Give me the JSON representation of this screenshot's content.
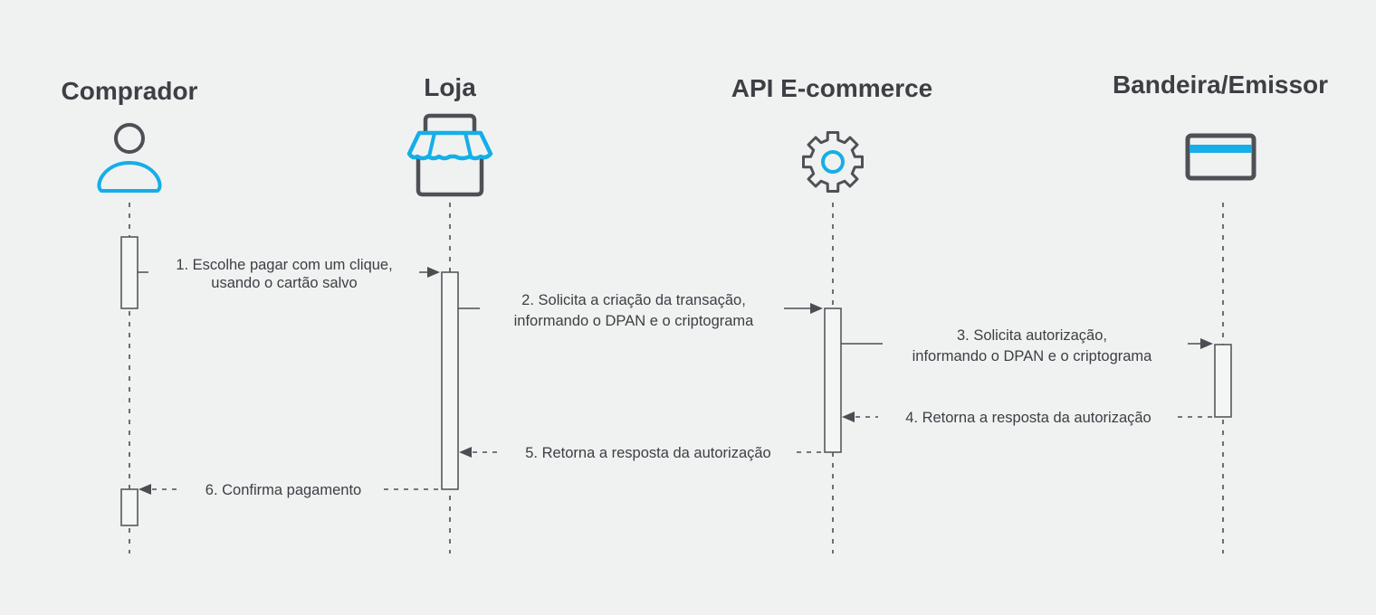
{
  "actors": [
    {
      "id": "comprador",
      "name": "Comprador",
      "icon": "user-icon"
    },
    {
      "id": "loja",
      "name": "Loja",
      "icon": "store-icon"
    },
    {
      "id": "api",
      "name": "API E-commerce",
      "icon": "gear-icon"
    },
    {
      "id": "bandeira",
      "name": "Bandeira/Emissor",
      "icon": "credit-card-icon"
    }
  ],
  "messages": [
    {
      "from": "comprador",
      "to": "loja",
      "style": "solid",
      "lines": [
        "1. Escolhe pagar com um clique,",
        "usando o cartão salvo"
      ]
    },
    {
      "from": "loja",
      "to": "api",
      "style": "solid",
      "lines": [
        "2. Solicita a criação da transação,",
        "informando o DPAN e o criptograma"
      ]
    },
    {
      "from": "api",
      "to": "bandeira",
      "style": "solid",
      "lines": [
        "3. Solicita autorização,",
        "informando o DPAN e o criptograma"
      ]
    },
    {
      "from": "bandeira",
      "to": "api",
      "style": "dashed",
      "lines": [
        "4. Retorna a resposta da autorização"
      ]
    },
    {
      "from": "api",
      "to": "loja",
      "style": "dashed",
      "lines": [
        "5. Retorna a resposta da autorização"
      ]
    },
    {
      "from": "loja",
      "to": "comprador",
      "style": "dashed",
      "lines": [
        "6. Confirma pagamento"
      ]
    }
  ],
  "colors": {
    "background": "#f0f2f2",
    "accent": "#15aee8",
    "icon": "#4d5156",
    "text": "#3c4044"
  }
}
